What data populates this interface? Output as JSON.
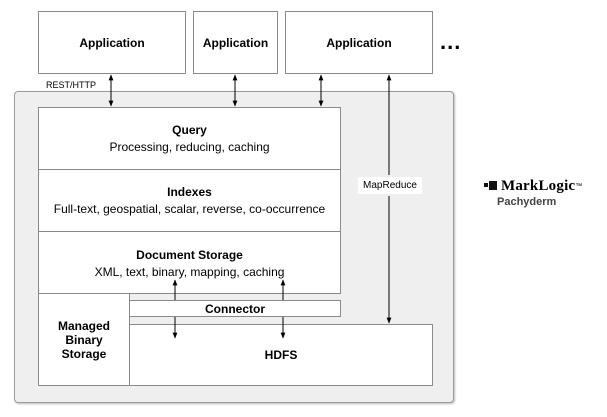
{
  "applications": [
    {
      "label": "Application"
    },
    {
      "label": "Application"
    },
    {
      "label": "Application"
    }
  ],
  "more_indicator": "...",
  "rest_label": "REST/HTTP",
  "layers": {
    "query": {
      "title": "Query",
      "subtitle": "Processing, reducing, caching"
    },
    "indexes": {
      "title": "Indexes",
      "subtitle": "Full-text, geospatial, scalar, reverse, co-occurrence"
    },
    "document_storage": {
      "title": "Document Storage",
      "subtitle": "XML, text, binary, mapping, caching"
    },
    "managed_binary_storage": {
      "title": "Managed Binary Storage"
    },
    "connector": {
      "title": "Connector"
    },
    "hdfs": {
      "title": "HDFS"
    }
  },
  "mapreduce_label": "MapReduce",
  "logo": {
    "brand": "MarkLogic",
    "trademark": "™",
    "product": "Pachyderm"
  }
}
